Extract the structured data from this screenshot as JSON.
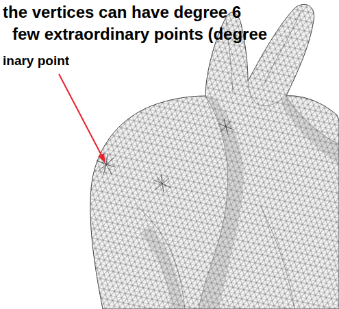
{
  "diagram": {
    "labels": [
      "the vertices can have degree 6",
      "few extraordinary points (degree",
      "inary point"
    ]
  }
}
